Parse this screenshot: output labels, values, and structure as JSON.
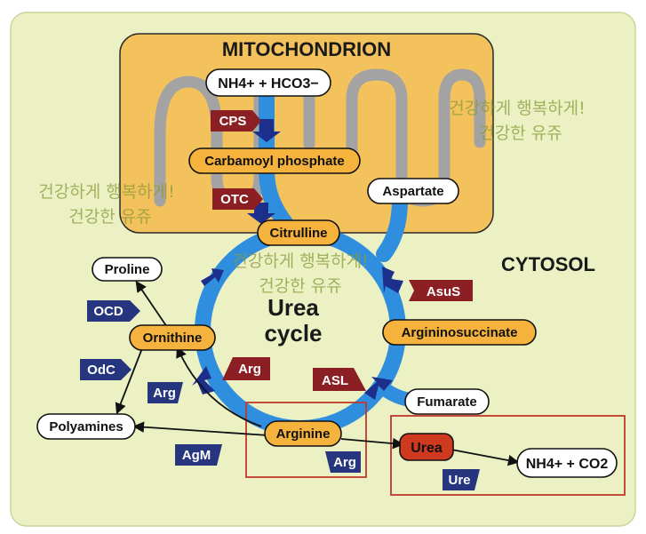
{
  "compartments": {
    "mitochondrion": "MITOCHONDRION",
    "cytosol": "CYTOSOL"
  },
  "cycle_label": {
    "line1": "Urea",
    "line2": "cycle"
  },
  "metabolites": {
    "nh4_hco3": "NH4+ + HCO3−",
    "carbamoyl_phosphate": "Carbamoyl phosphate",
    "aspartate": "Aspartate",
    "citrulline": "Citrulline",
    "argininosuccinate": "Argininosuccinate",
    "fumarate": "Fumarate",
    "arginine": "Arginine",
    "ornithine": "Ornithine",
    "proline": "Proline",
    "polyamines": "Polyamines",
    "urea": "Urea",
    "nh4_co2": "NH4+ + CO2"
  },
  "enzymes": {
    "cps": "CPS",
    "otc": "OTC",
    "asus": "AsuS",
    "asl": "ASL",
    "arg_cycle": "Arg",
    "arg_left": "Arg",
    "arg_bottom": "Arg",
    "ocd": "OCD",
    "odc": "OdC",
    "agm": "AgM",
    "ure": "Ure"
  },
  "watermark": {
    "line1": "건강하게 행복하게!",
    "line2": "건강한 유쥬"
  },
  "colors": {
    "cytosol_bg": "#ecf1c4",
    "mito_fill": "#f3c25c",
    "membrane": "#a3a3a3",
    "cycle_blue": "#2f8fde",
    "arrow_navy": "#1c2f8c",
    "node_orange": "#f5b23c",
    "enzyme_red": "#8b1f24",
    "enzyme_navy": "#25357e",
    "urea_red": "#cf3a1e",
    "highlight_box": "#c0392b"
  }
}
